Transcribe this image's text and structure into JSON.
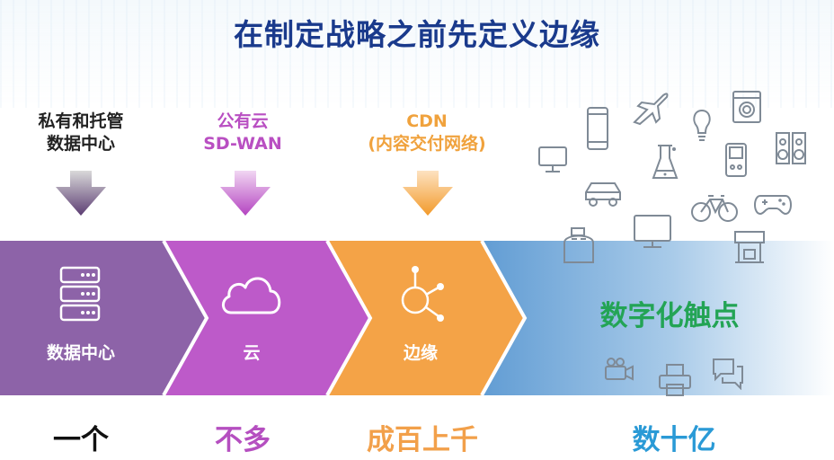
{
  "title": "在制定战略之前先定义边缘",
  "sources": [
    {
      "line1": "私有和托管",
      "line2": "数据中心",
      "color": "#222222"
    },
    {
      "line1": "公有云",
      "line2": "SD-WAN",
      "color": "#b94fc2"
    },
    {
      "line1": "CDN",
      "line2": "(内容交付网络)",
      "color": "#f0a23d"
    }
  ],
  "stages": [
    {
      "label": "数据中心",
      "icon": "server-icon",
      "color": "#8d63a8"
    },
    {
      "label": "云",
      "icon": "cloud-icon",
      "color": "#bd5ac9"
    },
    {
      "label": "边缘",
      "icon": "edge-node-icon",
      "color": "#f4a347"
    },
    {
      "label": "数字化触点",
      "color": "#6fa6d8"
    }
  ],
  "counts": [
    {
      "label": "一个",
      "color": "#111111"
    },
    {
      "label": "不多",
      "color": "#b54fc0"
    },
    {
      "label": "成百上千",
      "color": "#f2a04a"
    },
    {
      "label": "数十亿",
      "color": "#2a9ad6"
    }
  ],
  "devices": [
    "monitor-icon",
    "smartphone-icon",
    "car-icon",
    "airplane-icon",
    "lightbulb-icon",
    "flask-icon",
    "washing-machine-icon",
    "handheld-console-icon",
    "speaker-icon",
    "bicycle-icon",
    "gamepad-icon",
    "toaster-icon",
    "display-icon",
    "coffee-machine-icon",
    "video-camera-icon",
    "printer-icon",
    "chat-bubbles-icon"
  ]
}
